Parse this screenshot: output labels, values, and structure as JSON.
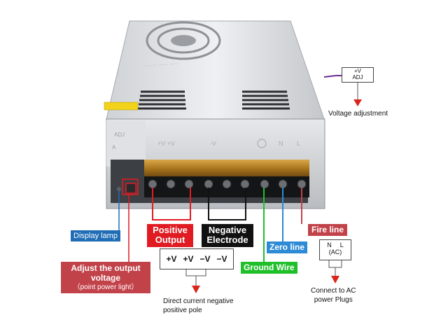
{
  "labels": {
    "display_lamp": "Display lamp",
    "positive_output_1": "Positive",
    "positive_output_2": "Output",
    "negative_electrode_1": "Negative",
    "negative_electrode_2": "Electrode",
    "fire_line": "Fire line",
    "zero_line": "Zero line",
    "ground_wire": "Ground Wire",
    "adjust_output_1": "Adjust the output",
    "adjust_output_2": "voltage",
    "adjust_output_sub": "（point power light）",
    "voltage_adjustment": "Voltage adjustment",
    "direct_current_1": "Direct current negative",
    "direct_current_2": "positive pole",
    "connect_ac_1": "Connect to AC",
    "connect_ac_2": "power Plugs"
  },
  "terminal_box": {
    "t1": "+V",
    "t2": "+V",
    "t3": "−V",
    "t4": "−V"
  },
  "ac_box": {
    "n": "N",
    "l": "L",
    "ac": "(AC)"
  },
  "adj_box": {
    "top": "+V",
    "bottom": "ADJ"
  },
  "colors": {
    "positive": "#e11b22",
    "negative": "#111111",
    "ground": "#1fbf2a",
    "zero": "#2c8ad6",
    "fire": "#c2424a",
    "display": "#1f6db5",
    "arrow": "#d9261c",
    "leader_adj": "#6a2c91"
  }
}
